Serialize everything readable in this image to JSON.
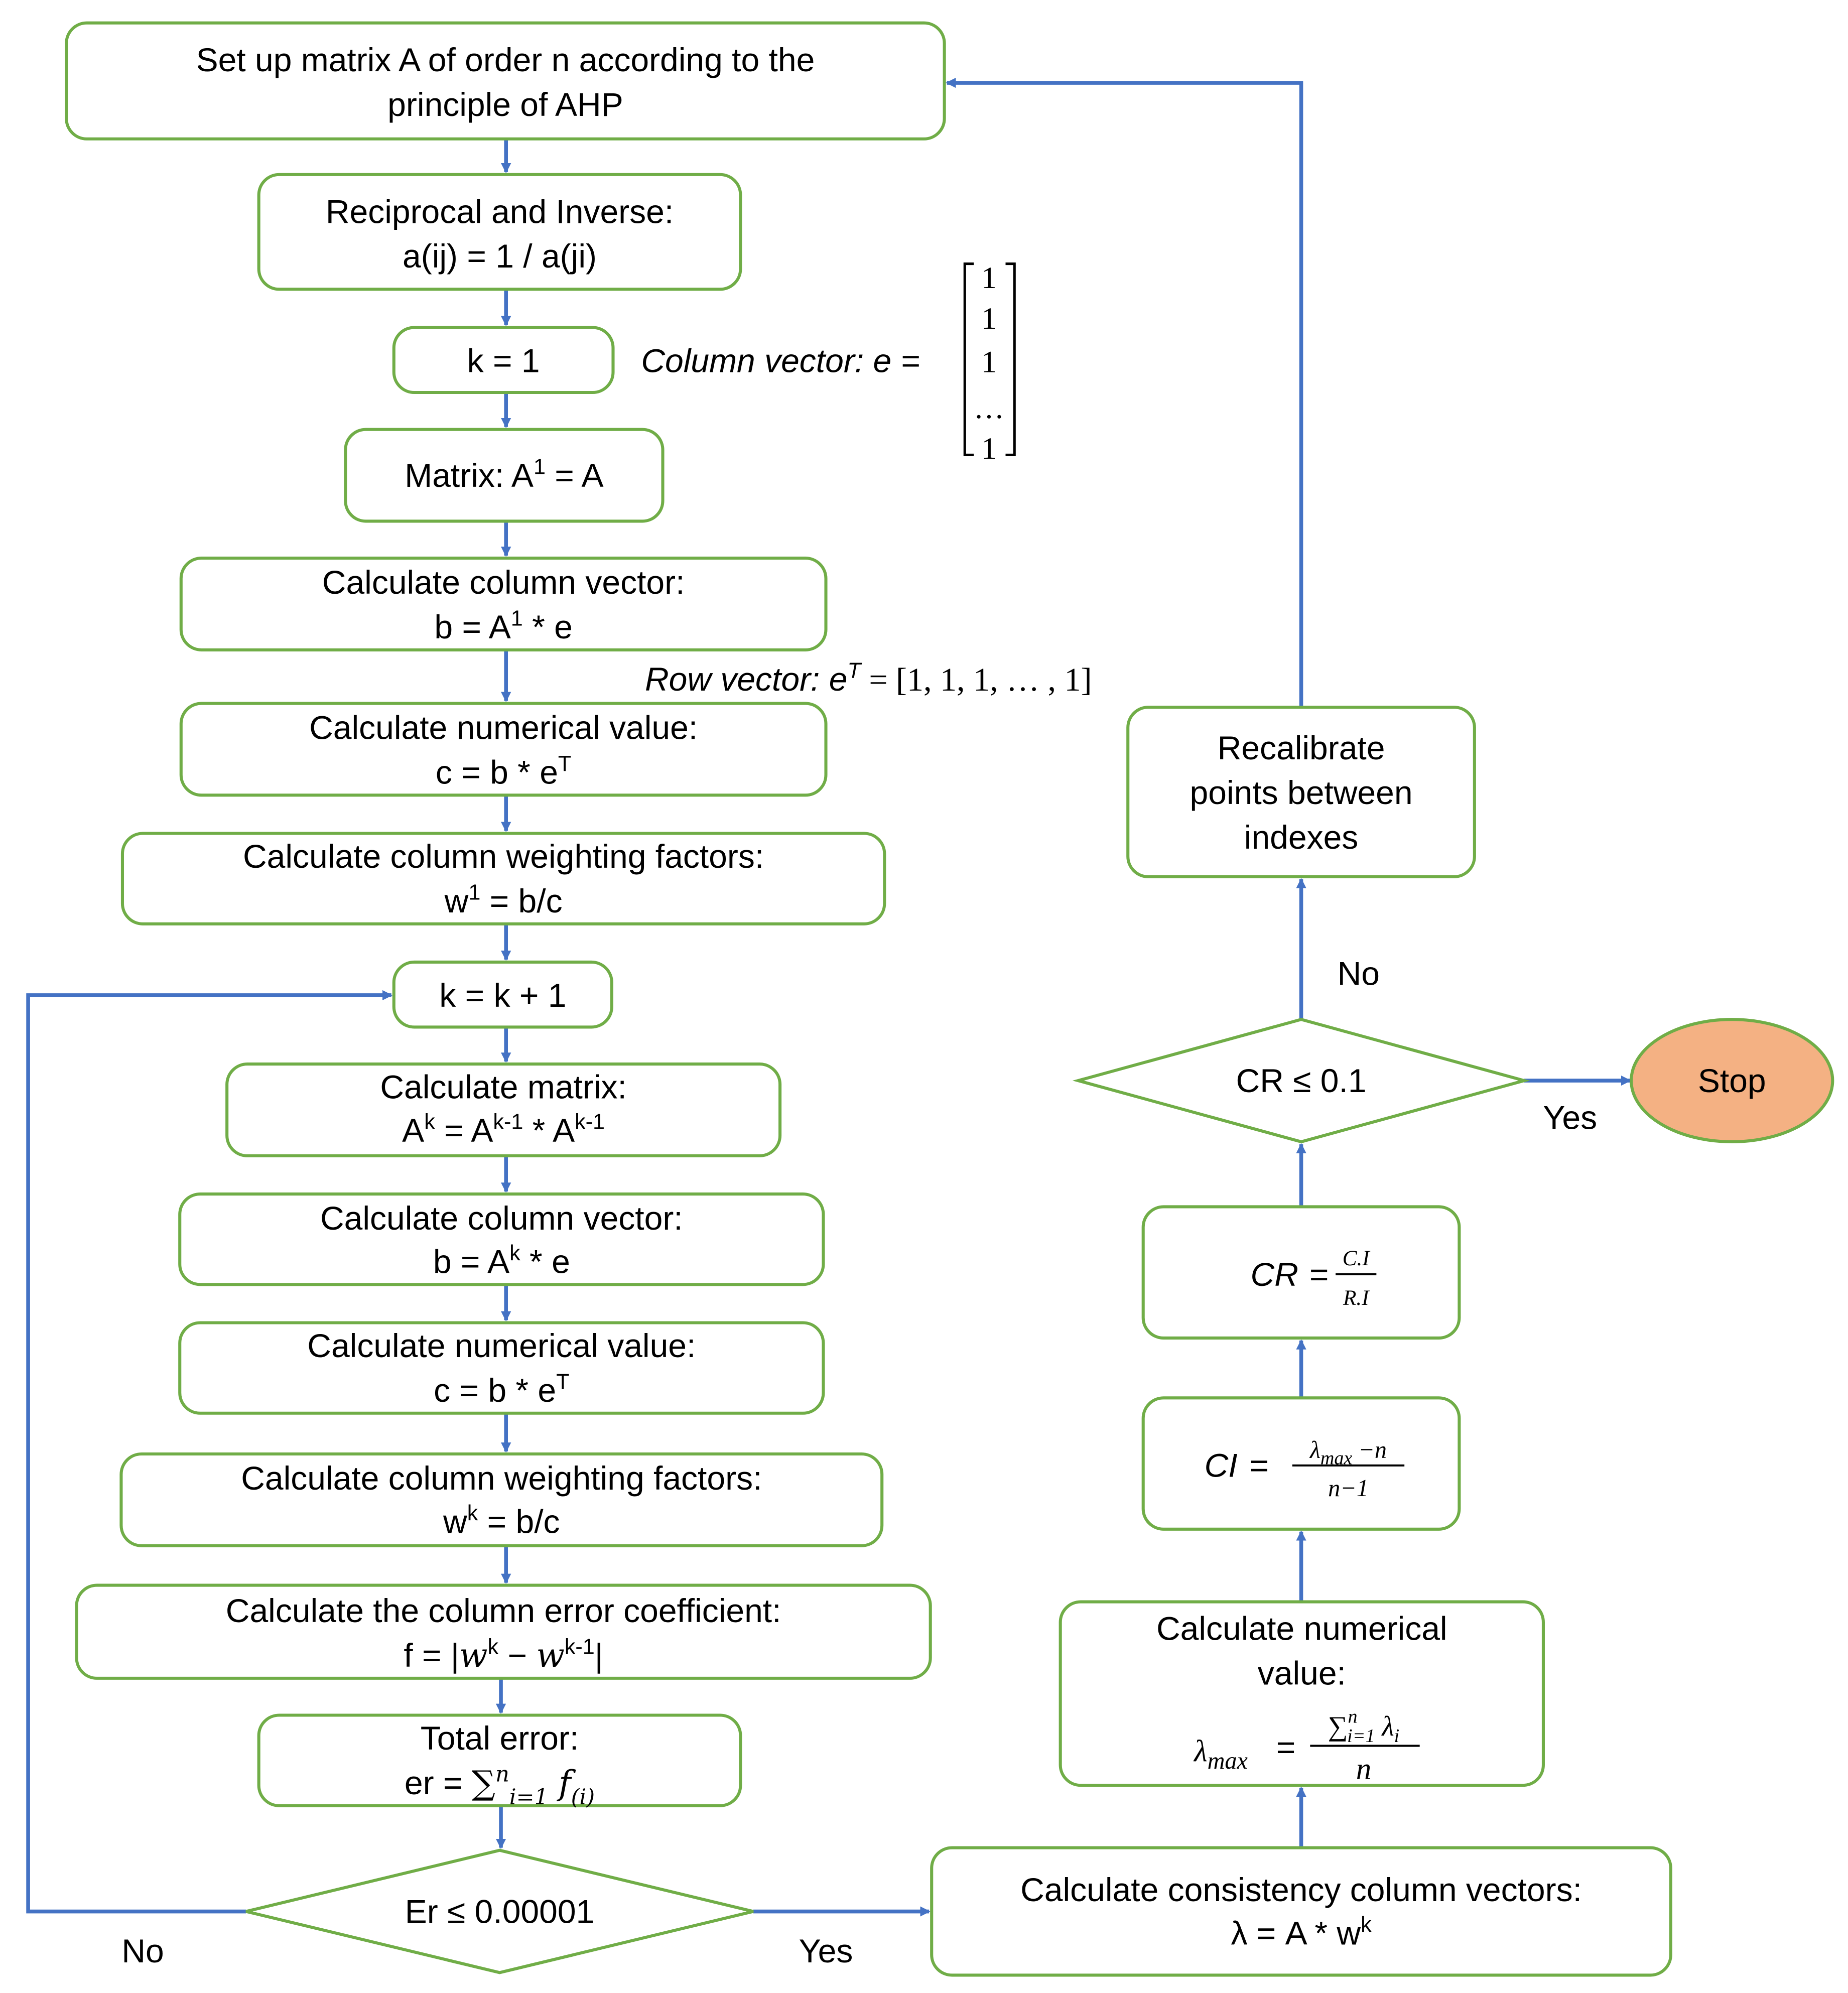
{
  "colors": {
    "box_stroke": "#70ad47",
    "arrow": "#4472c4",
    "stop_fill": "#f4b183"
  },
  "boxes": [
    {
      "id": "setup-matrix",
      "lines": [
        [
          {
            "t": "Set up matrix A of order n according to the"
          }
        ],
        [
          {
            "t": "principle of AHP"
          }
        ]
      ]
    },
    {
      "id": "reciprocal-inverse",
      "lines": [
        [
          {
            "t": "Reciprocal and Inverse:"
          }
        ],
        [
          {
            "t": "a(ij) = 1 / a(ji)"
          }
        ]
      ]
    },
    {
      "id": "k-equals-1",
      "lines": [
        [
          {
            "t": "k = 1"
          }
        ]
      ]
    },
    {
      "id": "matrix-a1",
      "lines": [
        [
          {
            "t": "Matrix: A"
          },
          {
            "t": "1",
            "s": "sup"
          },
          {
            "t": " = A"
          }
        ]
      ]
    },
    {
      "id": "calc-column-vector-1",
      "lines": [
        [
          {
            "t": "Calculate column vector:"
          }
        ],
        [
          {
            "t": "b = A"
          },
          {
            "t": "1",
            "s": "sup"
          },
          {
            "t": " * e"
          }
        ]
      ]
    },
    {
      "id": "calc-numerical-value-1",
      "lines": [
        [
          {
            "t": "Calculate numerical value:"
          }
        ],
        [
          {
            "t": "c = b * e"
          },
          {
            "t": "T",
            "s": "sup"
          }
        ]
      ]
    },
    {
      "id": "calc-weighting-1",
      "lines": [
        [
          {
            "t": "Calculate column weighting factors:"
          }
        ],
        [
          {
            "t": "w"
          },
          {
            "t": "1",
            "s": "sup"
          },
          {
            "t": " = b/c"
          }
        ]
      ]
    },
    {
      "id": "k-increment",
      "lines": [
        [
          {
            "t": "k = k + 1"
          }
        ]
      ]
    },
    {
      "id": "calc-matrix-k",
      "lines": [
        [
          {
            "t": "Calculate matrix:"
          }
        ],
        [
          {
            "t": "A"
          },
          {
            "t": "k",
            "s": "sup"
          },
          {
            "t": " = A"
          },
          {
            "t": "k-1",
            "s": "sup"
          },
          {
            "t": "  * A"
          },
          {
            "t": "k-1",
            "s": "sup"
          }
        ]
      ]
    },
    {
      "id": "calc-column-vector-k",
      "lines": [
        [
          {
            "t": "Calculate column vector:"
          }
        ],
        [
          {
            "t": "b = A"
          },
          {
            "t": "k",
            "s": "sup"
          },
          {
            "t": " * e"
          }
        ]
      ]
    },
    {
      "id": "calc-numerical-value-k",
      "lines": [
        [
          {
            "t": "Calculate numerical value:"
          }
        ],
        [
          {
            "t": "c = b * e"
          },
          {
            "t": "T",
            "s": "sup"
          }
        ]
      ]
    },
    {
      "id": "calc-weighting-k",
      "lines": [
        [
          {
            "t": "Calculate column weighting factors:"
          }
        ],
        [
          {
            "t": "w"
          },
          {
            "t": "k",
            "s": "sup"
          },
          {
            "t": " = b/c"
          }
        ]
      ]
    },
    {
      "id": "column-error-coefficient",
      "lines": [
        [
          {
            "t": "Calculate the column error coefficient:"
          }
        ],
        [
          {
            "t": "f = |"
          },
          {
            "t": "w",
            "s": "math"
          },
          {
            "t": "k",
            "s": "sup"
          },
          {
            "t": " − "
          },
          {
            "t": "w",
            "s": "math"
          },
          {
            "t": "k-1",
            "s": "sup"
          },
          {
            "t": "|"
          }
        ]
      ]
    },
    {
      "id": "total-error",
      "lines": [
        [
          {
            "t": "Total error:"
          }
        ],
        [
          {
            "t": "er = "
          },
          {
            "t": "∑",
            "s": "math"
          },
          {
            "t": "n",
            "s": "supm"
          },
          {
            "t": "i=1",
            "s": "subm"
          },
          {
            "t": " f",
            "s": "math"
          },
          {
            "t": "(i)",
            "s": "subm"
          }
        ]
      ]
    },
    {
      "id": "consistency-column-vectors",
      "lines": [
        [
          {
            "t": "Calculate consistency column vectors:"
          }
        ],
        [
          {
            "t": "λ = A * w"
          },
          {
            "t": "k",
            "s": "sup"
          }
        ]
      ]
    },
    {
      "id": "calc-lambda-max",
      "lines": [
        [
          {
            "t": "Calculate numerical"
          }
        ],
        [
          {
            "t": "value:"
          }
        ]
      ]
    },
    {
      "id": "calc-ci",
      "lines": []
    },
    {
      "id": "calc-cr",
      "lines": []
    },
    {
      "id": "recalibrate",
      "lines": [
        [
          {
            "t": "Recalibrate"
          }
        ],
        [
          {
            "t": "points between"
          }
        ],
        [
          {
            "t": "indexes"
          }
        ]
      ]
    }
  ],
  "formulas": {
    "lambda_max": {
      "lhs": "λ",
      "lhs_sub": "max",
      "eq": "=",
      "num": "∑",
      "num_sup": "n",
      "num_sub": "i=1",
      "num_tail": " λ",
      "num_tail_sub": "i",
      "den": "n"
    },
    "ci": {
      "lhs": "CI",
      "eq": "=",
      "num": "λ",
      "num_sub": "max",
      "num_tail": " −n",
      "den": "n−1"
    },
    "cr": {
      "lhs": "CR",
      "eq": "=",
      "num": "C.I",
      "den": "R.I"
    }
  },
  "decisions": {
    "error_check": "Er ≤ 0.00001",
    "cr_check": "CR ≤ 0.1"
  },
  "terminal": {
    "stop": "Stop"
  },
  "edge_labels": {
    "error_no": "No",
    "error_yes": "Yes",
    "cr_no": "No",
    "cr_yes": "Yes"
  },
  "annotations": {
    "column_vector_label": "Column vector: e =",
    "column_vector_entries": [
      "1",
      "1",
      "1",
      "…",
      "1"
    ],
    "row_vector_label": "Row vector: e",
    "row_vector_sup": "T",
    "row_vector_value": " = [1, 1, 1, … , 1]"
  }
}
